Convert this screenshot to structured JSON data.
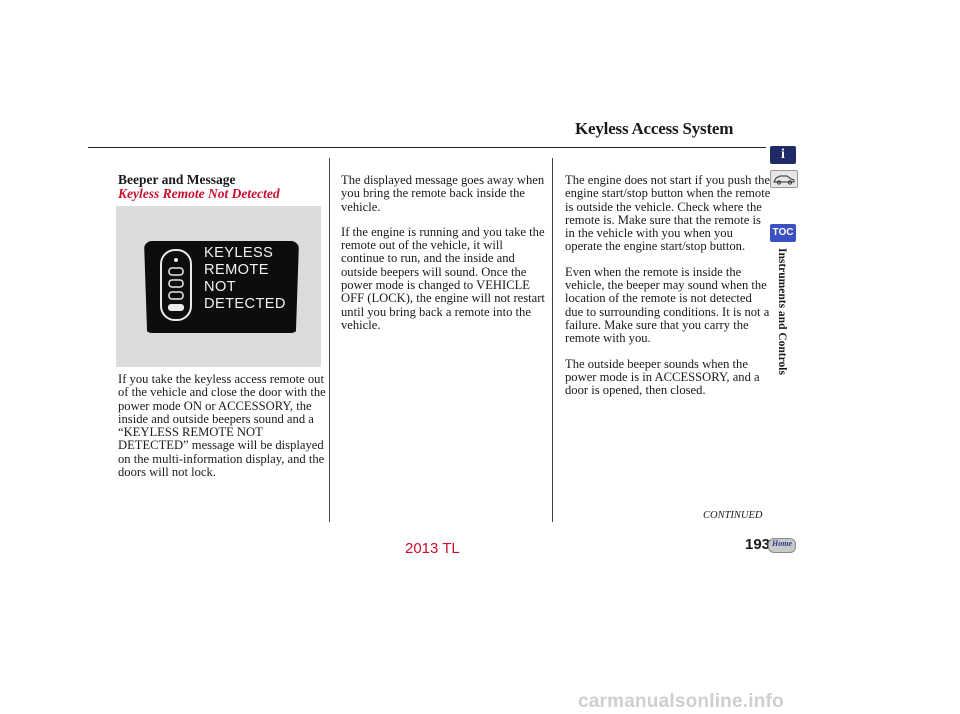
{
  "header": {
    "title": "Keyless Access System"
  },
  "section": {
    "heading": "Beeper and Message",
    "subheading": "Keyless Remote Not Detected"
  },
  "figure": {
    "display_lines": [
      "KEYLESS",
      "REMOTE",
      "NOT",
      "DETECTED"
    ]
  },
  "columns": {
    "col1": [
      "If you take the keyless access remote out of the vehicle and close the door with the power mode ON or ACCESSORY, the inside and outside beepers sound and a “KEYLESS REMOTE NOT DETECTED” message will be displayed on the multi-information display, and the doors will not lock."
    ],
    "col2": [
      "The displayed message goes away when you bring the remote back inside the vehicle.",
      "If the engine is running and you take the remote out of the vehicle, it will continue to run, and the inside and outside beepers will sound. Once the power mode is changed to VEHICLE OFF (LOCK), the engine will not restart until you bring back a remote into the vehicle."
    ],
    "col3": [
      "The engine does not start if you push the engine start/stop button when the remote is outside the vehicle. Check where the remote is. Make sure that the remote is in the vehicle with you when you operate the engine start/stop button.",
      "Even when the remote is inside the vehicle, the beeper may sound when the location of the remote is not detected due to surrounding conditions. It is not a failure. Make sure that you carry the remote with you.",
      "The outside beeper sounds when the power mode is in ACCESSORY, and a door is opened, then closed."
    ]
  },
  "sidebar": {
    "info_tab": "i",
    "toc_tab": "TOC",
    "chapter_label": "Instruments and Controls",
    "icons": [
      "info-icon",
      "car-icon",
      "toc-icon"
    ]
  },
  "footer": {
    "continued": "CONTINUED",
    "page_number": "193",
    "home_label": "Home",
    "model": "2013 TL",
    "watermark": "carmanualsonline.info"
  },
  "colors": {
    "accent_red": "#c8102e",
    "tab_blue": "#3b50c2",
    "tab_navy": "#1f2a66"
  }
}
